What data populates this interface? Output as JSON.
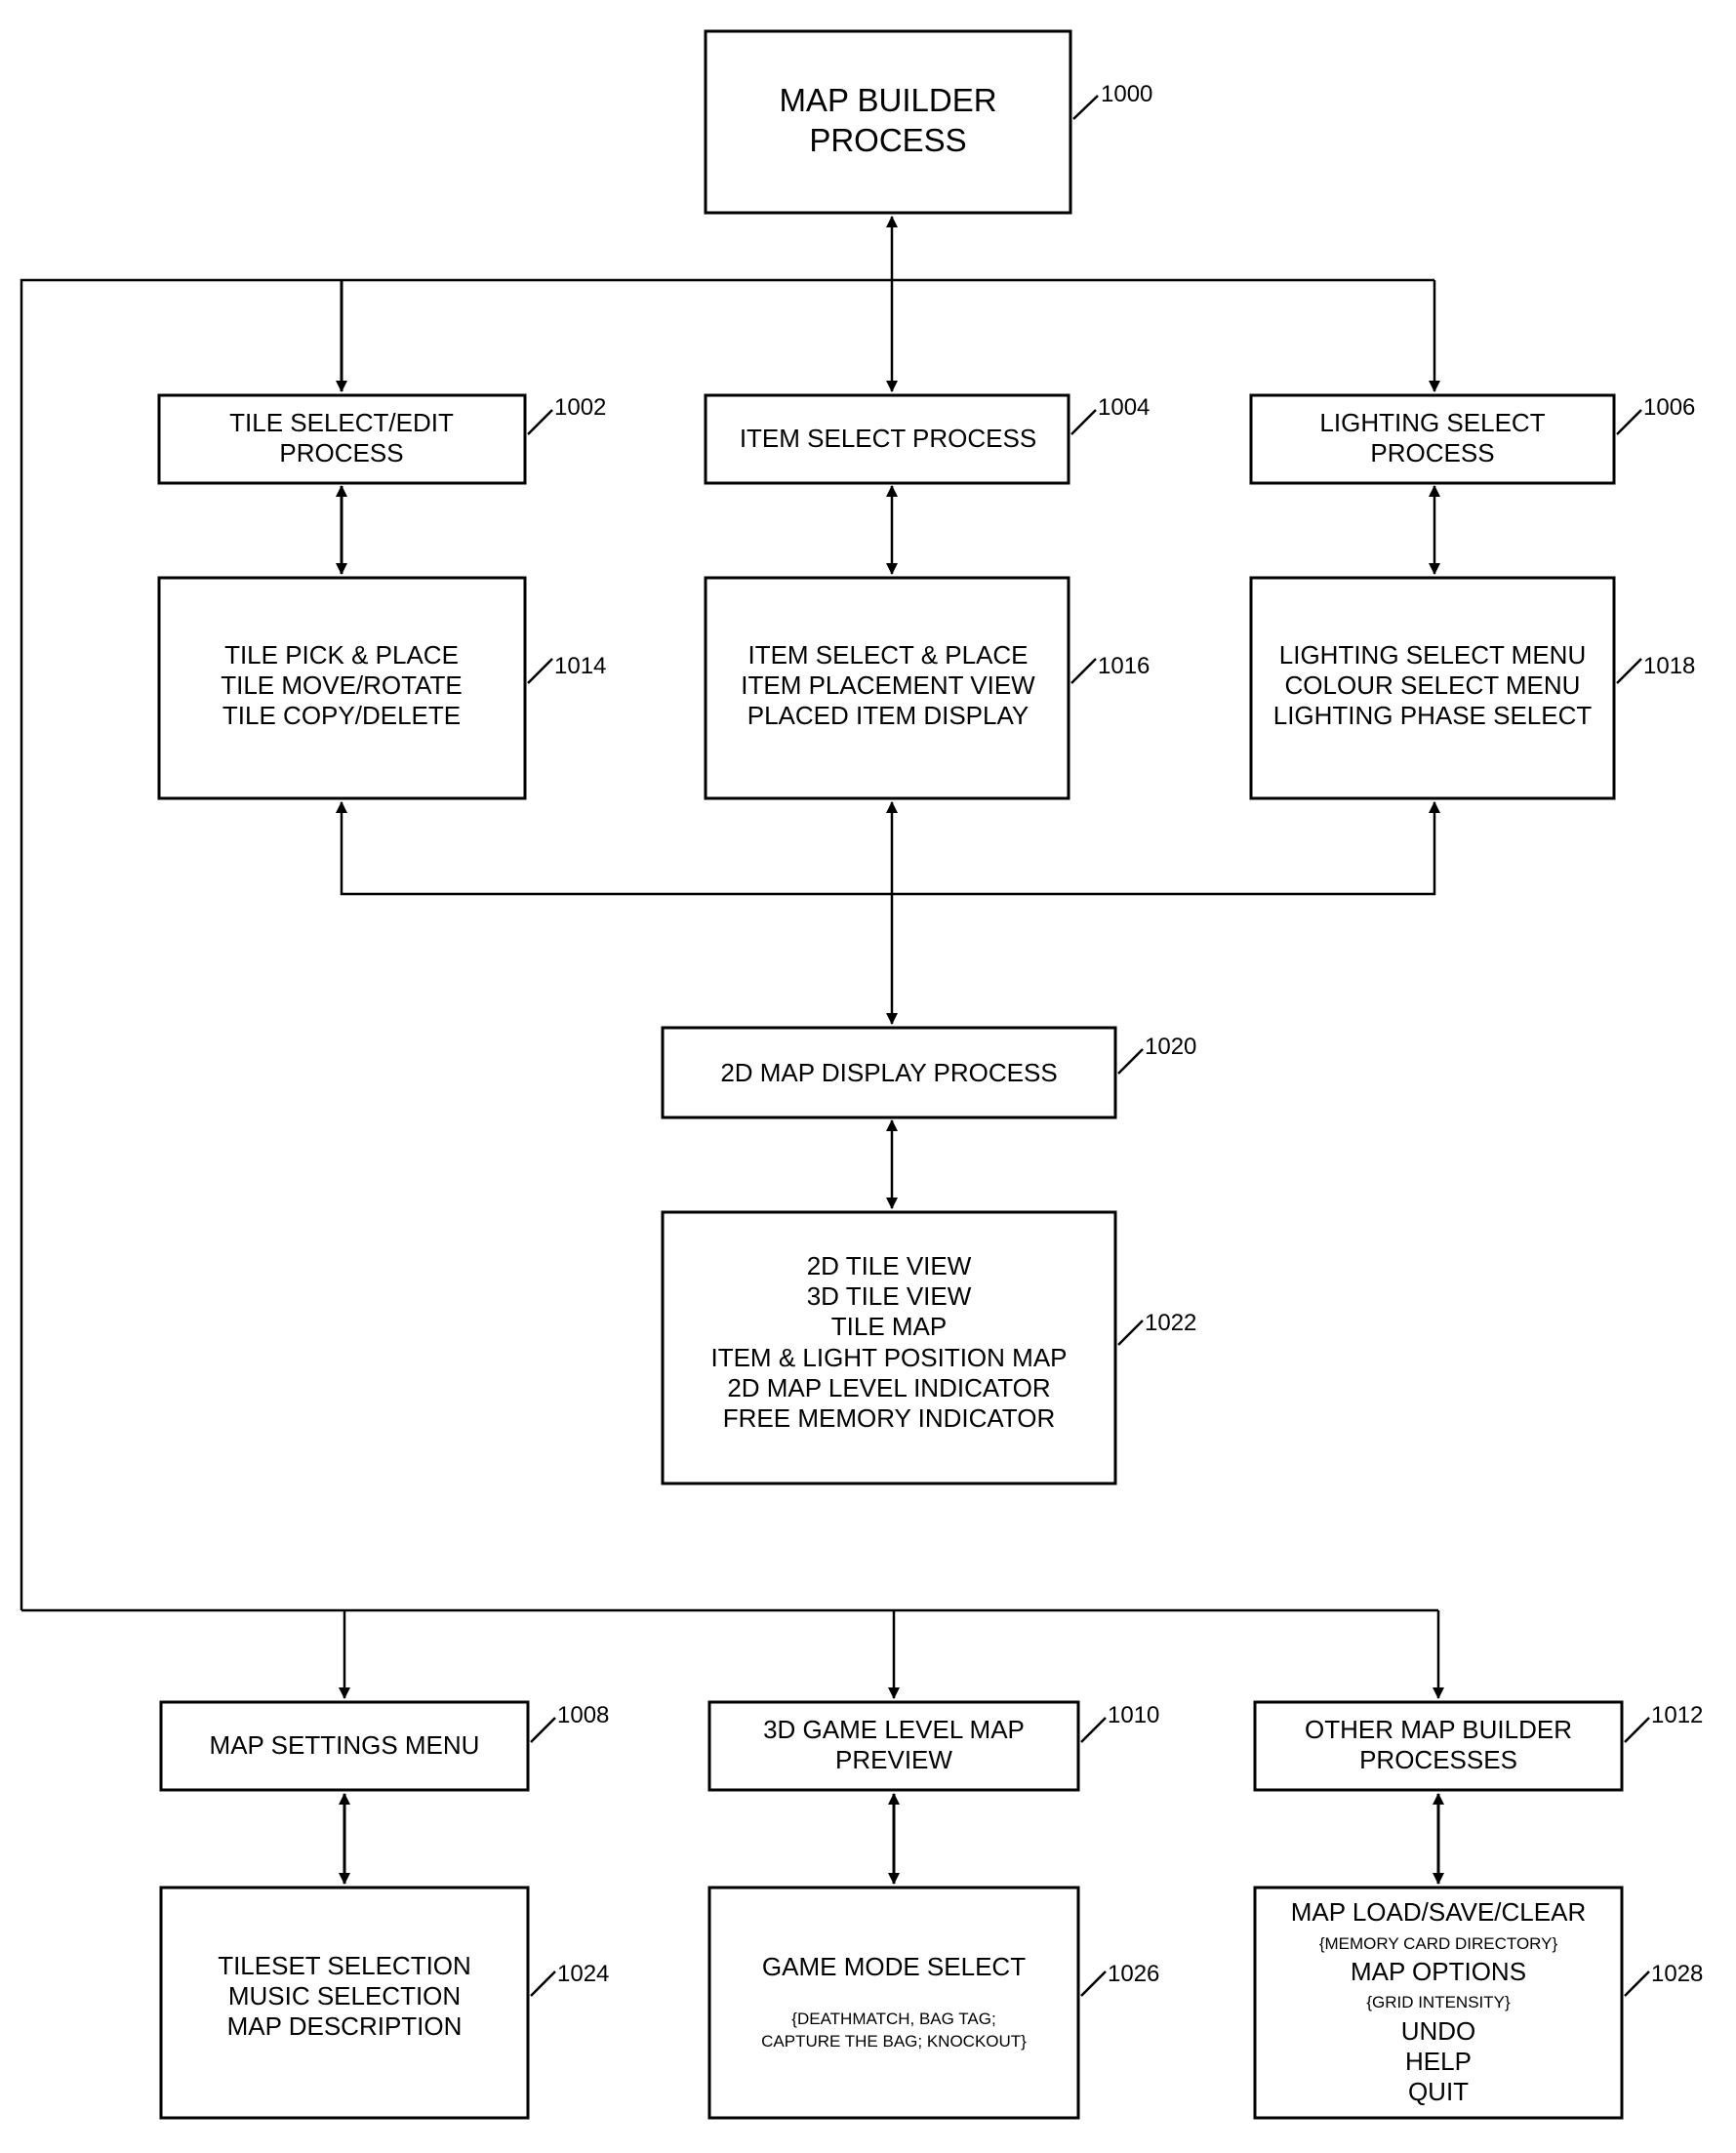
{
  "nodes": {
    "n1000": {
      "ref": "1000",
      "lines": [
        "MAP BUILDER",
        "PROCESS"
      ]
    },
    "n1002": {
      "ref": "1002",
      "lines": [
        "TILE SELECT/EDIT",
        "PROCESS"
      ]
    },
    "n1004": {
      "ref": "1004",
      "lines": [
        "ITEM SELECT PROCESS"
      ]
    },
    "n1006": {
      "ref": "1006",
      "lines": [
        "LIGHTING SELECT",
        "PROCESS"
      ]
    },
    "n1014": {
      "ref": "1014",
      "lines": [
        "TILE PICK & PLACE",
        "TILE MOVE/ROTATE",
        "TILE COPY/DELETE"
      ]
    },
    "n1016": {
      "ref": "1016",
      "lines": [
        "ITEM SELECT & PLACE",
        "ITEM PLACEMENT VIEW",
        "PLACED ITEM DISPLAY"
      ]
    },
    "n1018": {
      "ref": "1018",
      "lines": [
        "LIGHTING SELECT MENU",
        "COLOUR SELECT MENU",
        "LIGHTING PHASE SELECT"
      ]
    },
    "n1020": {
      "ref": "1020",
      "lines": [
        "2D MAP DISPLAY PROCESS"
      ]
    },
    "n1022": {
      "ref": "1022",
      "lines": [
        "2D TILE VIEW",
        "3D TILE VIEW",
        "TILE MAP",
        "ITEM & LIGHT POSITION MAP",
        "2D MAP LEVEL INDICATOR",
        "FREE MEMORY INDICATOR"
      ]
    },
    "n1008": {
      "ref": "1008",
      "lines": [
        "MAP SETTINGS MENU"
      ]
    },
    "n1010": {
      "ref": "1010",
      "lines": [
        "3D GAME LEVEL MAP",
        "PREVIEW"
      ]
    },
    "n1012": {
      "ref": "1012",
      "lines": [
        "OTHER MAP BUILDER",
        "PROCESSES"
      ]
    },
    "n1024": {
      "ref": "1024",
      "lines": [
        "TILESET SELECTION",
        "MUSIC SELECTION",
        "MAP DESCRIPTION"
      ]
    },
    "n1026": {
      "ref": "1026",
      "lines": [
        "GAME MODE SELECT",
        "{DEATHMATCH, BAG TAG;",
        "CAPTURE THE BAG; KNOCKOUT}"
      ]
    },
    "n1028": {
      "ref": "1028",
      "lines": [
        "MAP LOAD/SAVE/CLEAR",
        "{MEMORY CARD DIRECTORY}",
        "MAP OPTIONS",
        "{GRID INTENSITY}",
        "UNDO",
        "HELP",
        "QUIT"
      ]
    }
  }
}
